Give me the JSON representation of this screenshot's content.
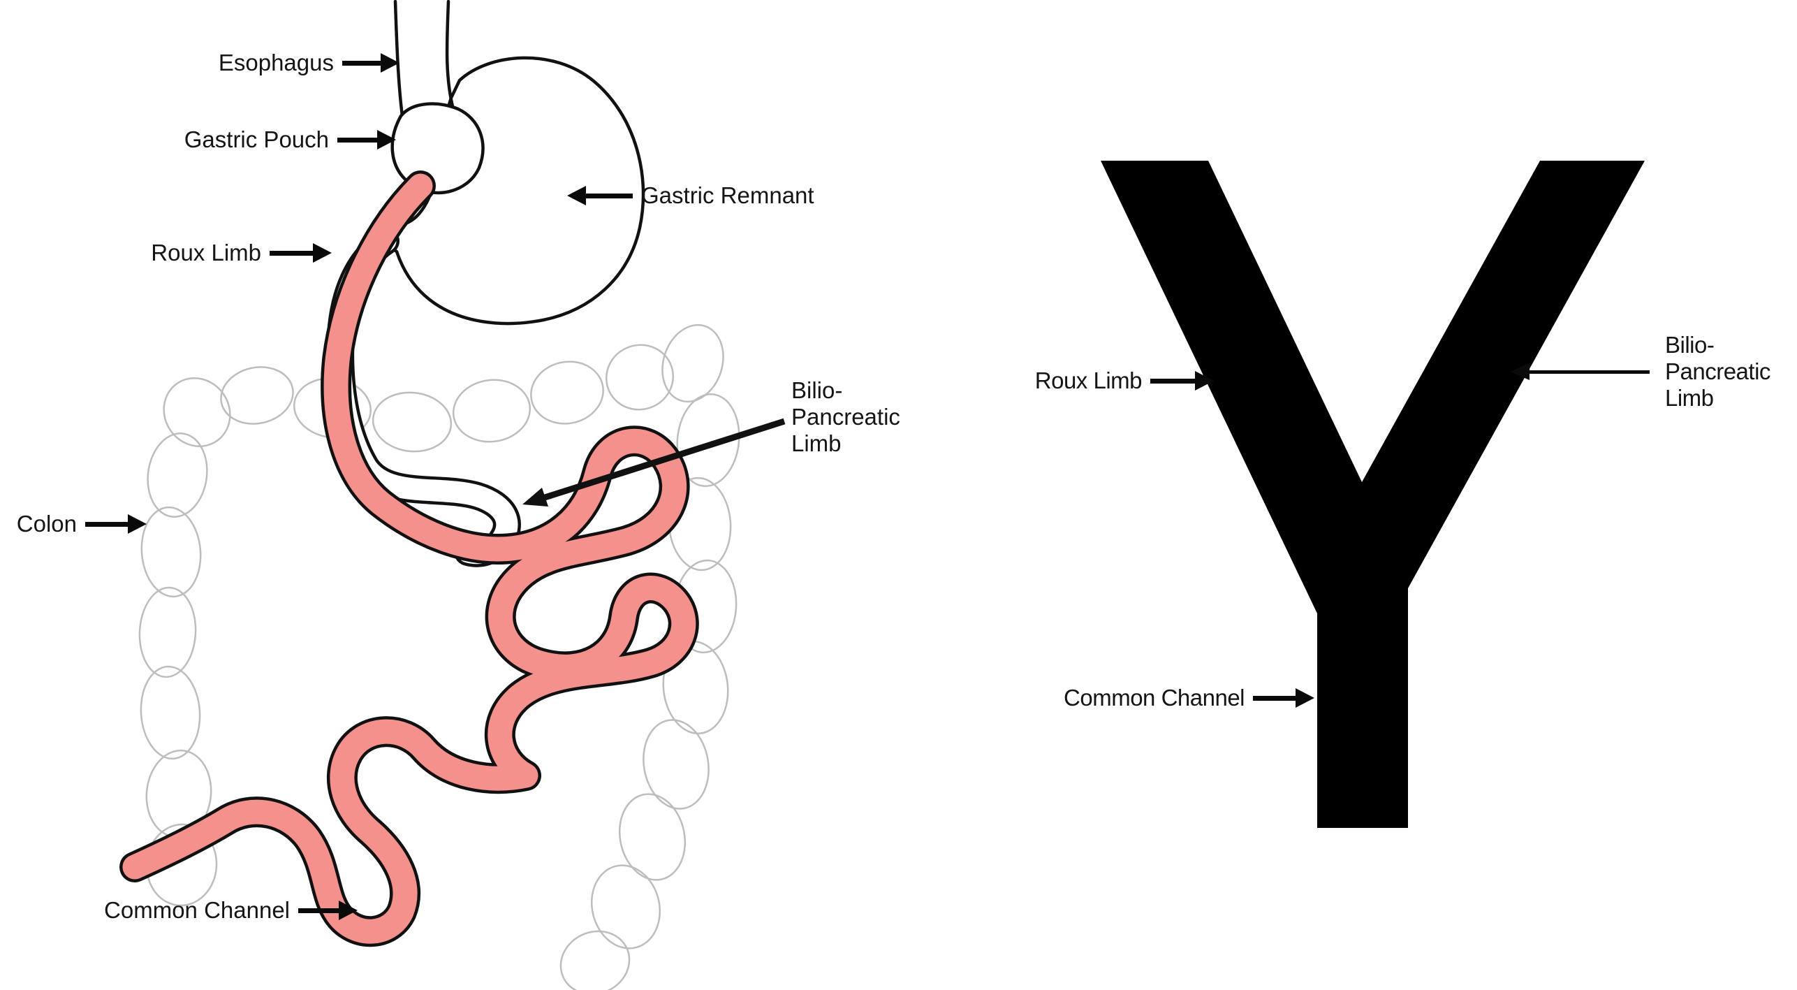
{
  "colors": {
    "highlighted_bowel": "#f5918d",
    "line_black": "#111111",
    "colon_gray": "#bdbdbd",
    "y_shape": "#000000",
    "background": "#ffffff"
  },
  "left_diagram": {
    "labels": {
      "esophagus": "Esophagus",
      "gastric_pouch": "Gastric Pouch",
      "gastric_remnant": "Gastric Remnant",
      "roux_limb": "Roux Limb",
      "bilio_pancreatic_limb_lines": [
        "Bilio-",
        "Pancreatic",
        "Limb"
      ],
      "colon": "Colon",
      "common_channel": "Common Channel"
    }
  },
  "right_diagram": {
    "labels": {
      "roux_limb": "Roux Limb",
      "bilio_pancreatic_limb_lines": [
        "Bilio-",
        "Pancreatic",
        "Limb"
      ],
      "common_channel": "Common Channel"
    }
  }
}
